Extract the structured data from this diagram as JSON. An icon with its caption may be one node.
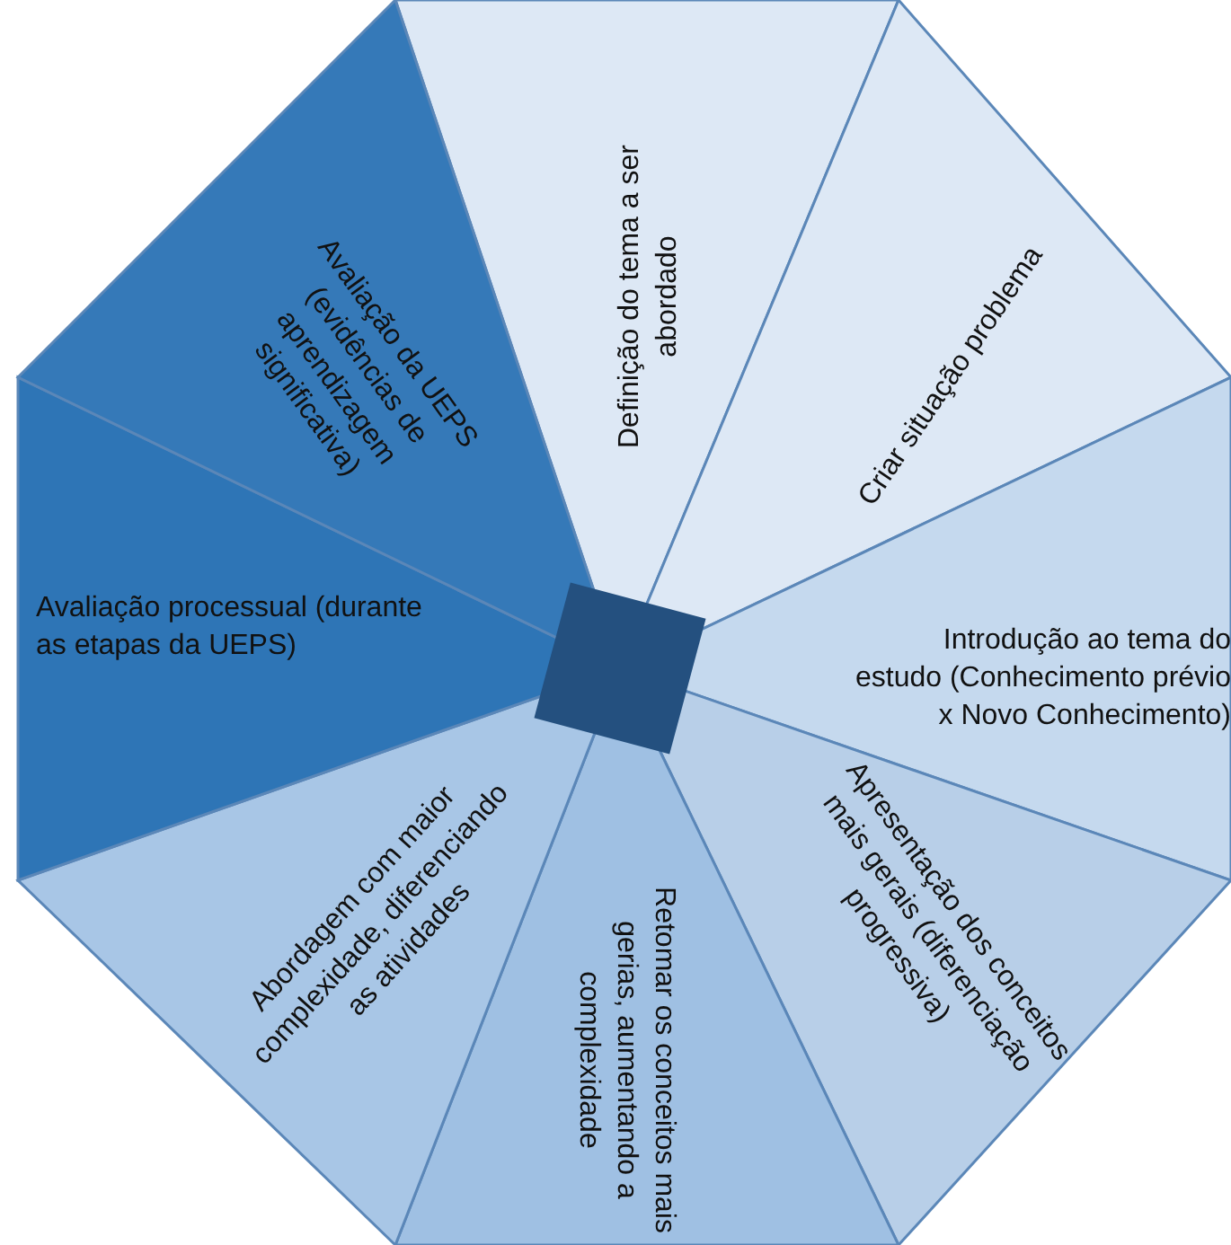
{
  "diagram": {
    "nodes": [
      {
        "text": [],
        "shape": "box"
      },
      {
        "text": [
          "Definição do tema a ser abordado"
        ]
      },
      {
        "text": [
          "Criar situação problema"
        ]
      },
      {
        "text": [
          "Introdução ao tema do estudo (Conhecimento prévio x Novo Conhecimento)"
        ]
      },
      {
        "text": [
          "Apresentação dos conceitos mais gerais (diferenciação progressiva)"
        ]
      },
      {
        "text": [
          "Retomar os conceitos mais gerias, aumentando a complexidade"
        ]
      },
      {
        "text": [
          "Abordagem com maior complexidade, diferenciando as atividades"
        ]
      },
      {
        "text": [
          "Avaliação processual (durante as etapas da UEPS)"
        ]
      },
      {
        "text": [
          "Avaliação da UEPS (evidências de aprendizagem significativa)"
        ]
      }
    ]
  }
}
